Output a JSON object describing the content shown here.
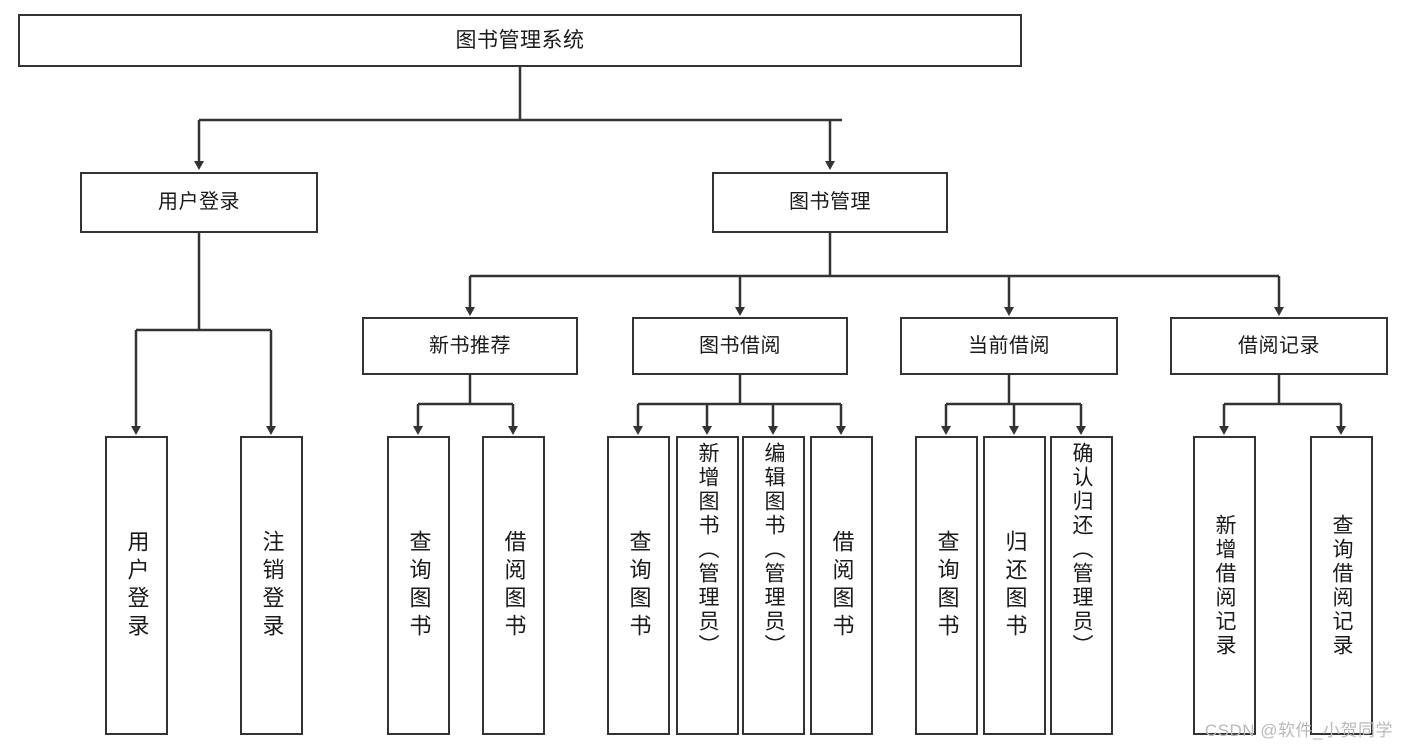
{
  "diagram": {
    "title": "图书管理系统",
    "root": {
      "label": "图书管理系统"
    },
    "level1": [
      {
        "label": "用户登录"
      },
      {
        "label": "图书管理"
      }
    ],
    "level2": [
      {
        "label": "新书推荐"
      },
      {
        "label": "图书借阅"
      },
      {
        "label": "当前借阅"
      },
      {
        "label": "借阅记录"
      }
    ],
    "leaves": {
      "user_login": [
        {
          "label": "用户登录"
        },
        {
          "label": "注销登录"
        }
      ],
      "new_book": [
        {
          "label": "查询图书"
        },
        {
          "label": "借阅图书"
        }
      ],
      "book_borrow": [
        {
          "label": "查询图书"
        },
        {
          "label": "新增图书（管理员）"
        },
        {
          "label": "编辑图书（管理员）"
        },
        {
          "label": "借阅图书"
        }
      ],
      "current_borrow": [
        {
          "label": "查询图书"
        },
        {
          "label": "归还图书"
        },
        {
          "label": "确认归还（管理员）"
        }
      ],
      "borrow_record": [
        {
          "label": "新增借阅记录"
        },
        {
          "label": "查询借阅记录"
        }
      ]
    },
    "watermark": "CSDN @软件_小贺同学",
    "colors": {
      "stroke": "#333333",
      "fill": "#ffffff",
      "text": "#1a1a1a",
      "watermark": "#b9b9b9"
    }
  }
}
